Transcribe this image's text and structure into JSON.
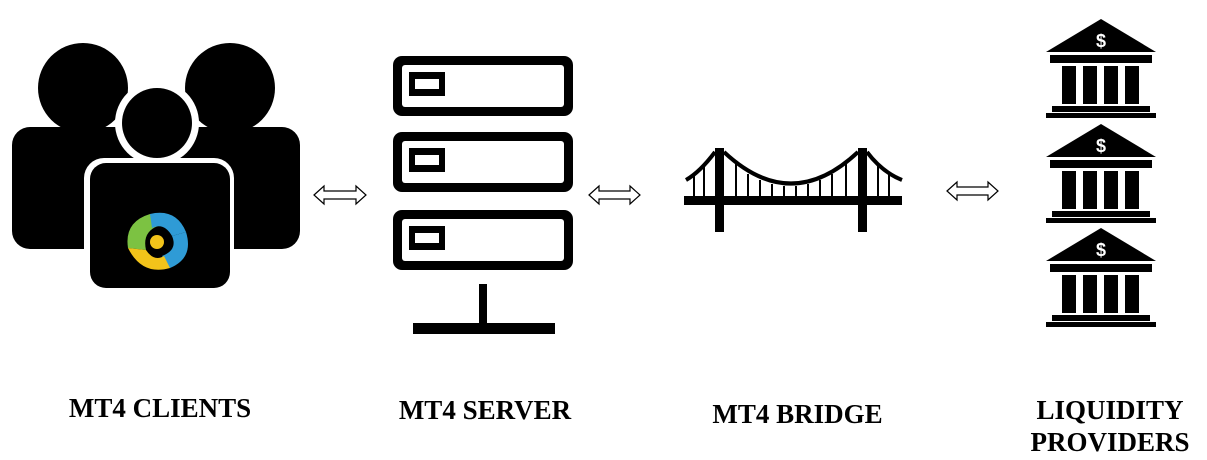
{
  "nodes": [
    {
      "id": "clients",
      "label": "MT4 CLIENTS"
    },
    {
      "id": "server",
      "label": "MT4 SERVER"
    },
    {
      "id": "bridge",
      "label": "MT4 BRIDGE"
    },
    {
      "id": "liquidity",
      "label_line1": "LIQUIDITY",
      "label_line2": "PROVIDERS"
    }
  ],
  "icons": {
    "clients": "users-group-icon",
    "server": "server-stack-icon",
    "bridge": "suspension-bridge-icon",
    "liquidity": "bank-building-icon",
    "connector": "double-arrow-icon"
  },
  "bank_symbol": "$",
  "colors": {
    "ink": "#000000",
    "background": "#ffffff",
    "logo_green": "#7cc242",
    "logo_yellow": "#f2c31a",
    "logo_blue": "#2f9bd6"
  }
}
